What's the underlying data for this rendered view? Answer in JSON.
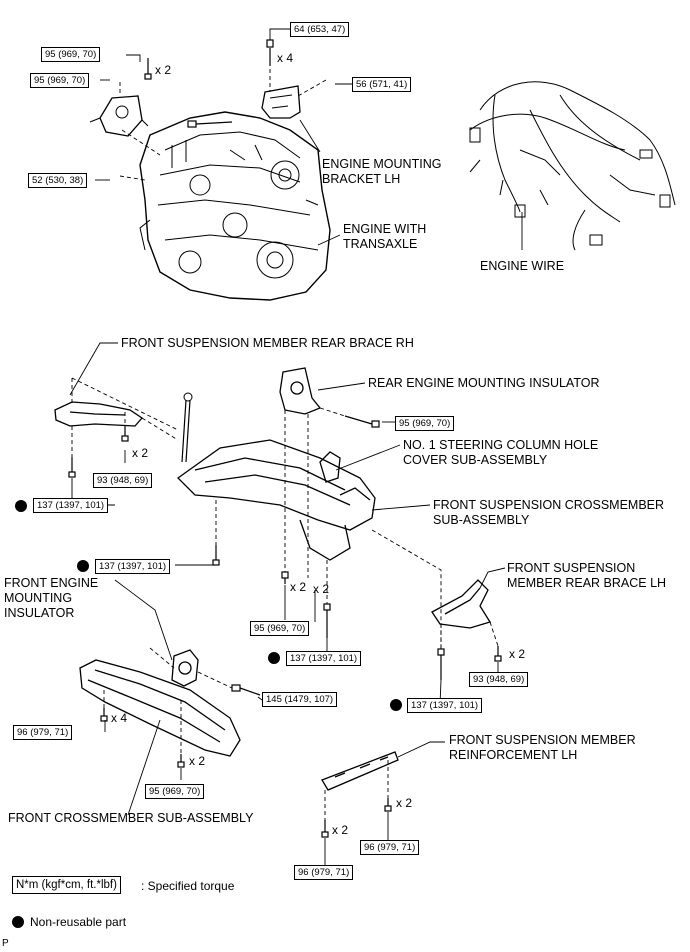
{
  "parts": {
    "engine_mounting_bracket_lh": "ENGINE MOUNTING BRACKET LH",
    "engine_with_transaxle": "ENGINE WITH TRANSAXLE",
    "engine_wire": "ENGINE WIRE",
    "front_suspension_member_rear_brace_rh": "FRONT SUSPENSION MEMBER REAR BRACE RH",
    "rear_engine_mounting_insulator": "REAR ENGINE MOUNTING INSULATOR",
    "no1_steering_column_hole_cover": "NO. 1 STEERING COLUMN HOLE COVER SUB-ASSEMBLY",
    "front_suspension_crossmember": "FRONT SUSPENSION CROSSMEMBER SUB-ASSEMBLY",
    "front_engine_mounting_insulator": "FRONT ENGINE MOUNTING INSULATOR",
    "front_suspension_member_rear_brace_lh": "FRONT SUSPENSION MEMBER REAR BRACE LH",
    "front_suspension_member_reinforcement_lh": "FRONT SUSPENSION MEMBER REINFORCEMENT LH",
    "front_crossmember": "FRONT CROSSMEMBER SUB-ASSEMBLY"
  },
  "part_lines": {
    "engine_mounting_bracket_lh": [
      "ENGINE MOUNTING",
      "BRACKET LH"
    ],
    "engine_with_transaxle": [
      "ENGINE WITH",
      "TRANSAXLE"
    ],
    "no1_steering_column_hole_cover": [
      "NO. 1 STEERING COLUMN HOLE",
      "COVER SUB-ASSEMBLY"
    ],
    "front_suspension_crossmember": [
      "FRONT SUSPENSION CROSSMEMBER",
      "SUB-ASSEMBLY"
    ],
    "front_engine_mounting_insulator": [
      "FRONT ENGINE",
      "MOUNTING",
      "INSULATOR"
    ],
    "front_suspension_member_rear_brace_lh": [
      "FRONT SUSPENSION",
      "MEMBER REAR BRACE LH"
    ],
    "front_suspension_member_reinforcement_lh": [
      "FRONT SUSPENSION MEMBER",
      "REINFORCEMENT LH"
    ]
  },
  "torques": {
    "t64": "64 (653, 47)",
    "t95_top": "95 (969, 70)",
    "t95_left": "95 (969, 70)",
    "t56": "56 (571, 41)",
    "t52": "52 (530, 38)",
    "t95_rear": "95 (969, 70)",
    "t93_rh": "93 (948, 69)",
    "t137_rh": "137 (1397, 101)",
    "t137_mid": "137 (1397, 101)",
    "t95_center": "95 (969, 70)",
    "t137_center": "137 (1397, 101)",
    "t145": "145 (1479, 107)",
    "t93_lh": "93 (948, 69)",
    "t137_lh": "137 (1397, 101)",
    "t96_left": "96 (979, 71)",
    "t95_bottom": "95 (969, 70)",
    "t96_reinf_right": "96 (979, 71)",
    "t96_reinf_left": "96 (979, 71)"
  },
  "quantities": {
    "x4_top": "x 4",
    "x2_top": "x 2",
    "x2_rh": "x 2",
    "x2_center_a": "x 2",
    "x2_center_b": "x 2",
    "x2_lh": "x 2",
    "x4_left": "x 4",
    "x2_bottom": "x 2",
    "x2_reinf_right": "x 2",
    "x2_reinf_left": "x 2"
  },
  "legend": {
    "unit_box": "N*m (kgf*cm, ft.*lbf)",
    "unit_text": ": Specified torque",
    "nonreusable_text": "Non-reusable part"
  },
  "figure_code": "P"
}
